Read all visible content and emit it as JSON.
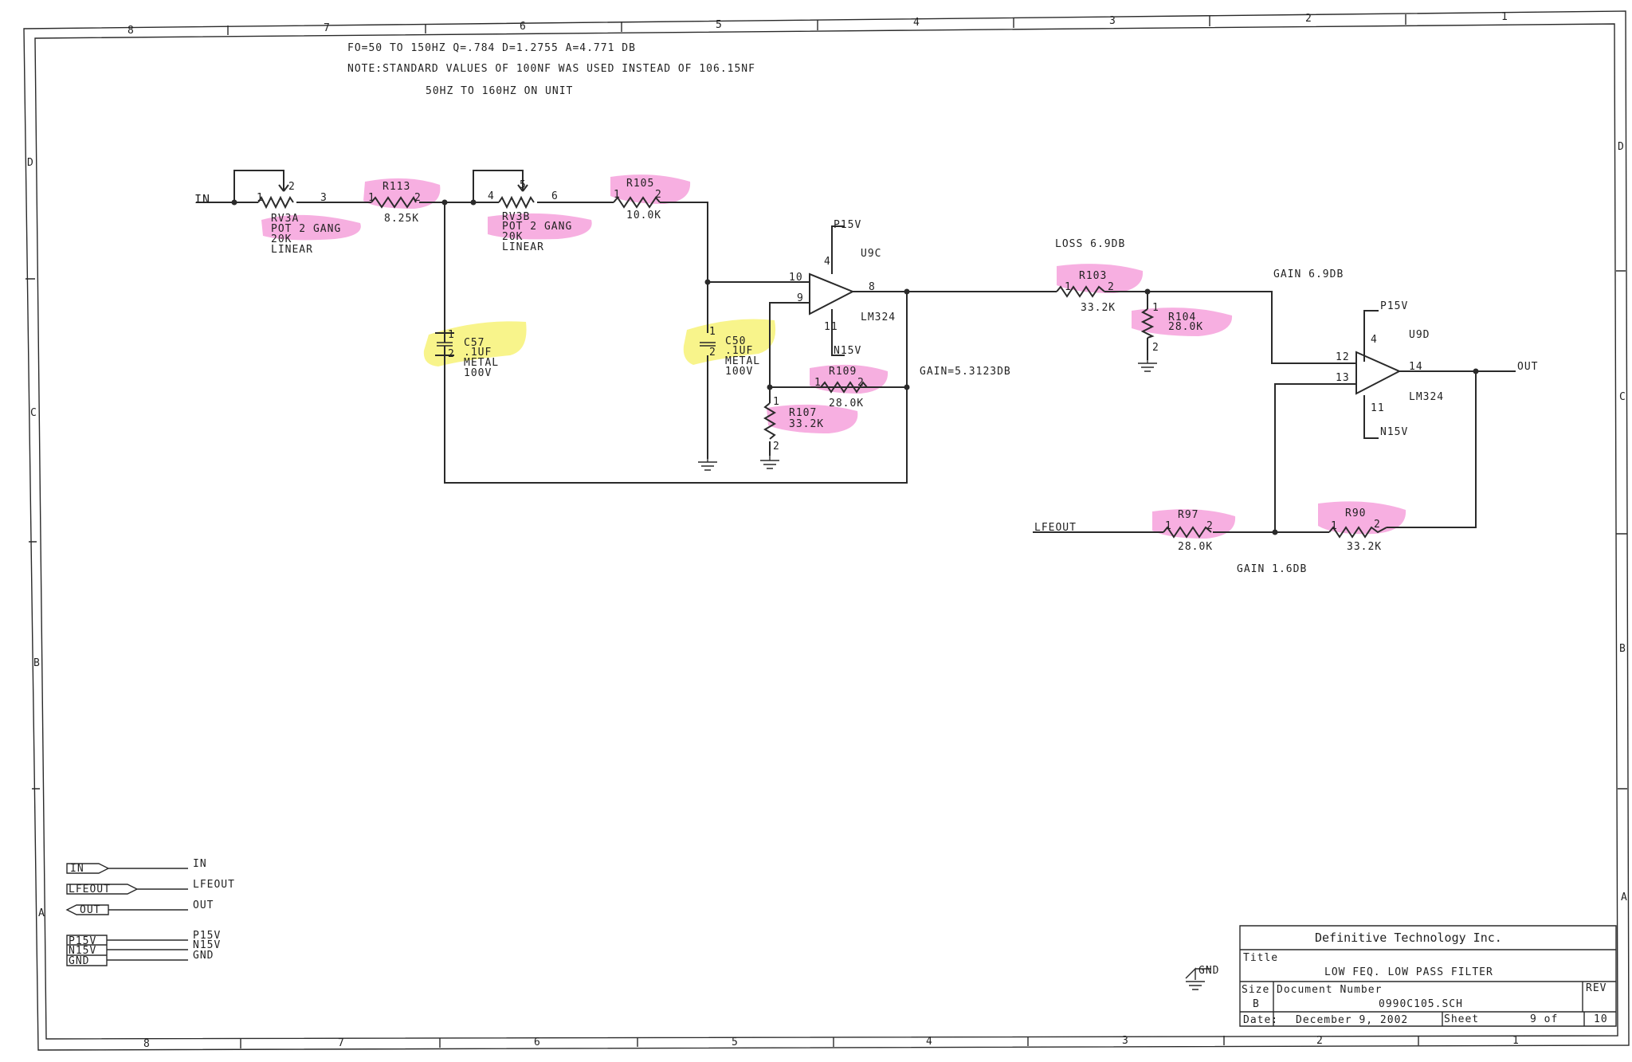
{
  "notes": {
    "line1": "FO=50 TO 150HZ Q=.784 D=1.2755 A=4.771 DB",
    "line2": "NOTE:STANDARD VALUES OF 100NF WAS USED INSTEAD OF 106.15NF",
    "line3": "50HZ TO 160HZ ON UNIT"
  },
  "border": {
    "top_cols": [
      "8",
      "7",
      "6",
      "5",
      "4",
      "3",
      "2",
      "1"
    ],
    "bottom_cols": [
      "8",
      "7",
      "6",
      "5",
      "4",
      "3",
      "2",
      "1"
    ],
    "rows": [
      "D",
      "C",
      "B",
      "A"
    ]
  },
  "nets": {
    "in": "IN",
    "out": "OUT",
    "lfeout": "LFEOUT",
    "p15v_a": "P15V",
    "n15v_a": "N15V",
    "p15v_b": "P15V",
    "n15v_b": "N15V",
    "gnd": "GND"
  },
  "components": {
    "rv3a": {
      "ref": "RV3A",
      "desc": "POT 2 GANG",
      "value": "20K",
      "taper": "LINEAR",
      "pins": [
        "1",
        "2",
        "3"
      ]
    },
    "rv3b": {
      "ref": "RV3B",
      "desc": "POT 2 GANG",
      "value": "20K",
      "taper": "LINEAR",
      "pins": [
        "4",
        "5",
        "6"
      ]
    },
    "r113": {
      "ref": "R113",
      "value": "8.25K"
    },
    "r105": {
      "ref": "R105",
      "value": "10.0K"
    },
    "c57": {
      "ref": "C57",
      "value": ".1UF",
      "type": "METAL",
      "voltage": "100V"
    },
    "c50": {
      "ref": "C50",
      "value": ".1UF",
      "type": "METAL",
      "voltage": "100V"
    },
    "u9c": {
      "ref": "U9C",
      "part": "LM324",
      "pins": [
        "10",
        "9",
        "8",
        "4",
        "11"
      ]
    },
    "r109": {
      "ref": "R109",
      "value": "28.0K"
    },
    "r107": {
      "ref": "R107",
      "value": "33.2K"
    },
    "r103": {
      "ref": "R103",
      "value": "33.2K"
    },
    "r104": {
      "ref": "R104",
      "value": "28.0K"
    },
    "u9d": {
      "ref": "U9D",
      "part": "LM324",
      "pins": [
        "12",
        "13",
        "14",
        "4",
        "11"
      ]
    },
    "r97": {
      "ref": "R97",
      "value": "28.0K"
    },
    "r90": {
      "ref": "R90",
      "value": "33.2K"
    },
    "pin_labels": {
      "one": "1",
      "two": "2"
    }
  },
  "annotations": {
    "gain1": "GAIN=5.3123DB",
    "loss": "LOSS 6.9DB",
    "gain2": "GAIN 6.9DB",
    "gain3": "GAIN 1.6DB"
  },
  "legend": {
    "ports": [
      "IN",
      "LFEOUT",
      "OUT"
    ],
    "port_nets": [
      "IN",
      "LFEOUT",
      "OUT"
    ],
    "power": [
      "P15V",
      "N15V",
      "GND"
    ],
    "power_nets": [
      "P15V",
      "N15V",
      "GND"
    ]
  },
  "title_block": {
    "company": "Definitive Technology Inc.",
    "title_label": "Title",
    "title": "LOW FEQ. LOW PASS FILTER",
    "size_label": "Size",
    "size": "B",
    "docnum_label": "Document Number",
    "docnum": "0990C105.SCH",
    "rev_label": "REV",
    "date_label": "Date:",
    "date": "December  9, 2002",
    "sheet_label": "Sheet",
    "sheet": "9 of",
    "sheet_total": "10"
  },
  "colors": {
    "highlight_resistor": "#f06ec8",
    "highlight_capacitor": "#f2ea16",
    "ink": "#2a2a2a"
  }
}
